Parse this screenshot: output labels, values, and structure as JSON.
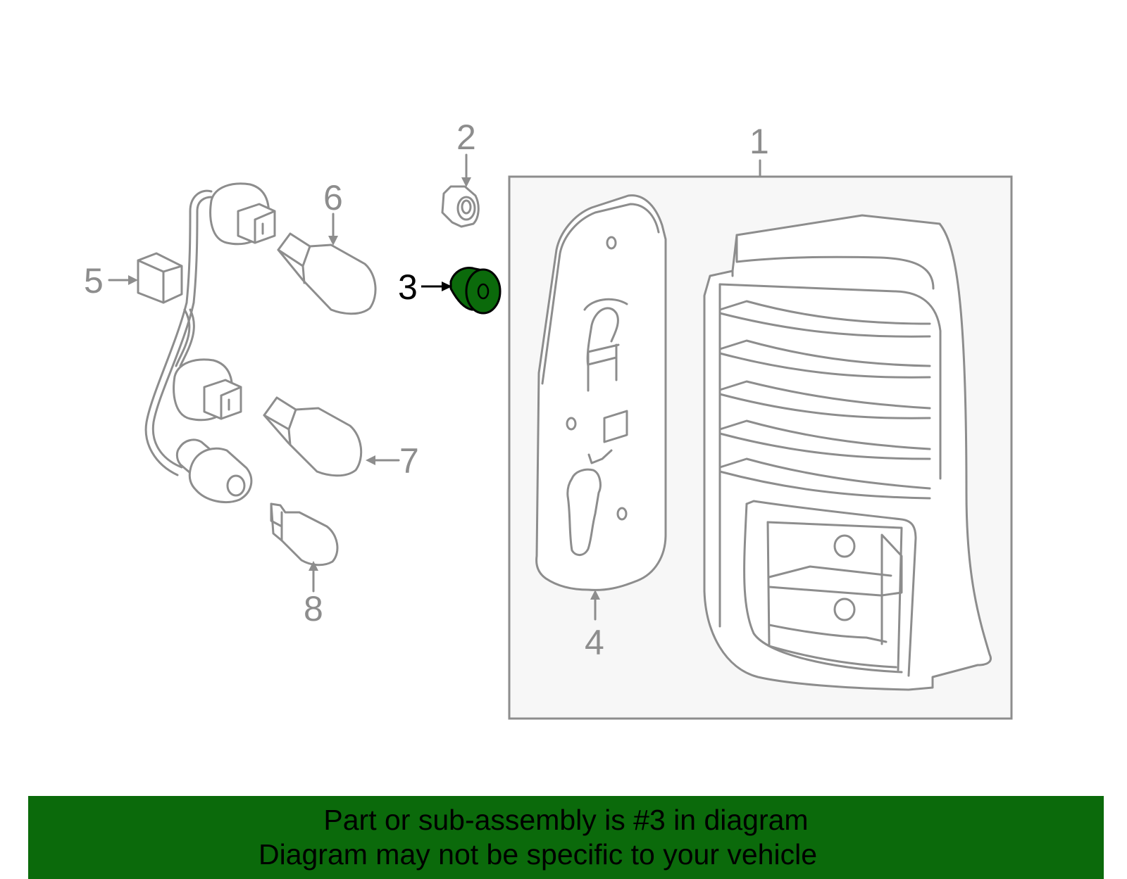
{
  "colors": {
    "line": "#8d8d8d",
    "highlight_fill": "#0b6a0b",
    "highlight_label": "#000000",
    "panel_bg": "#f7f7f7",
    "banner_bg": "#0b6a0b"
  },
  "callouts": {
    "c1": "1",
    "c2": "2",
    "c3": "3",
    "c4": "4",
    "c5": "5",
    "c6": "6",
    "c7": "7",
    "c8": "8"
  },
  "highlighted_part": "3",
  "footer": {
    "line1": "Part or sub-assembly is #3 in diagram",
    "line2": "Diagram may not be specific to your vehicle"
  }
}
